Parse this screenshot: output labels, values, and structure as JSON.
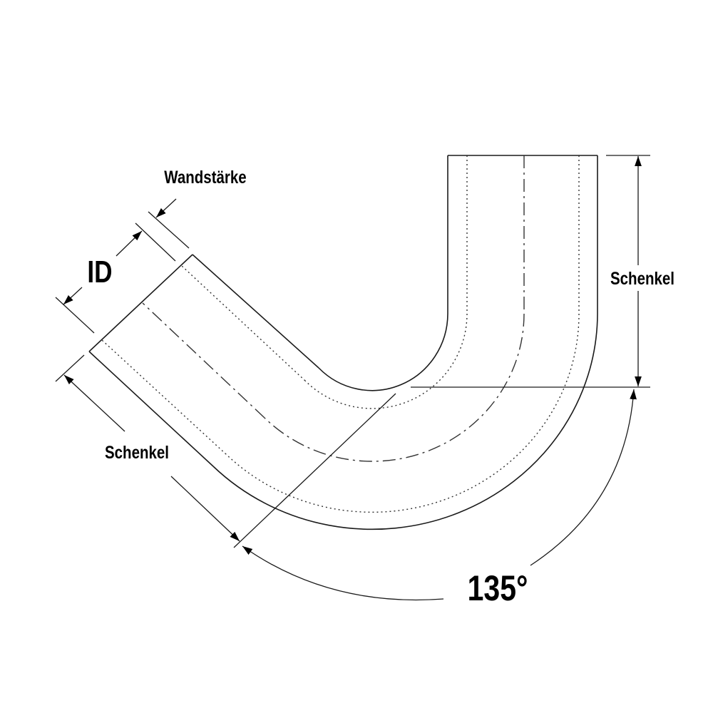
{
  "diagram": {
    "labels": {
      "wall_thickness": "Wandstärke",
      "inner_diameter": "ID",
      "leg_left": "Schenkel",
      "leg_right": "Schenkel",
      "angle": "135°"
    },
    "bend_angle_degrees": 135,
    "line_color": "#1a1a1a"
  }
}
